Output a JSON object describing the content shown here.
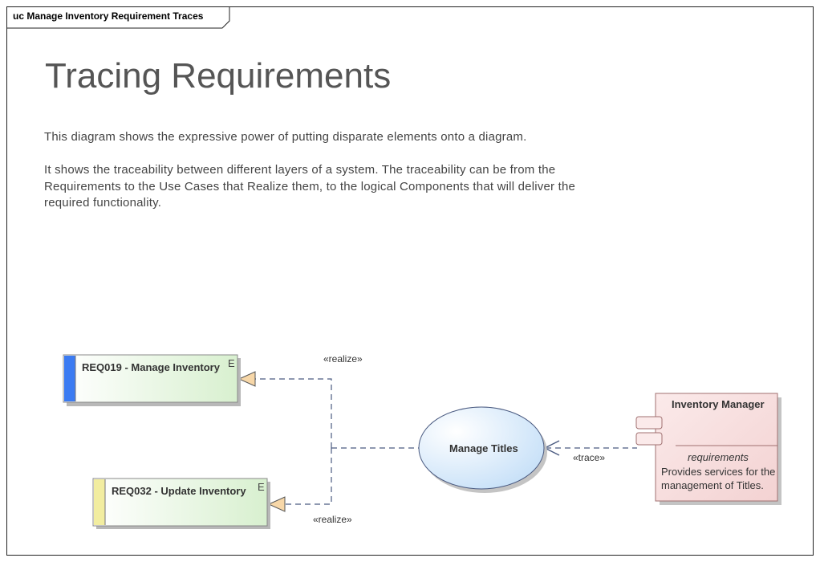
{
  "frame": {
    "label": "uc Manage Inventory Requirement Traces"
  },
  "title": "Tracing Requirements",
  "description": {
    "line1": "This diagram shows the expressive power of putting disparate elements onto a diagram.",
    "line2": "It shows the traceability between different layers of a system.  The traceability can be from the Requirements to the Use Cases that Realize them, to the logical Components that will deliver the required functionality."
  },
  "requirements": [
    {
      "label": "REQ019 - Manage Inventory",
      "stripe_color": "#3b7bf2"
    },
    {
      "label": "REQ032 - Update Inventory",
      "stripe_color": "#f2eda0"
    }
  ],
  "use_case": {
    "label": "Manage Titles"
  },
  "component": {
    "title": "Inventory Manager",
    "section": "requirements",
    "text": "Provides services for the management of Titles."
  },
  "connectors": {
    "realize_top": "«realize»",
    "realize_bottom": "«realize»",
    "trace": "«trace»"
  },
  "element_icon": "E"
}
